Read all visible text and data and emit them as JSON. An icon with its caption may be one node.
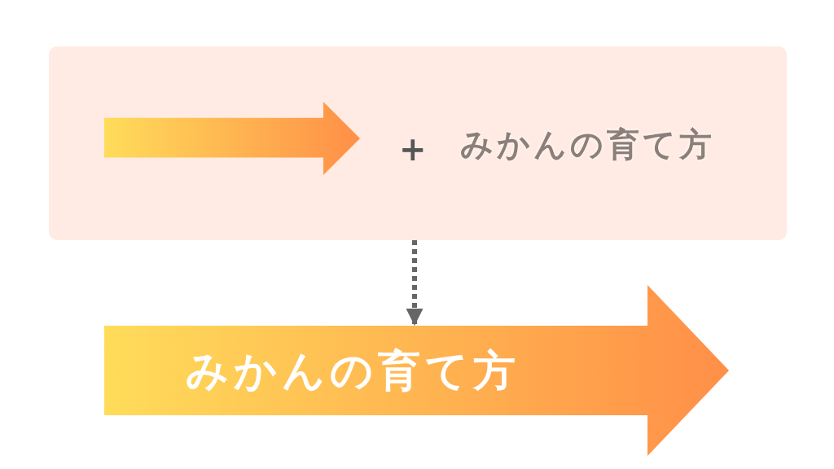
{
  "diagram": {
    "nodes": [
      {
        "text": [],
        "shape": "box"
      },
      {
        "text": [],
        "shape": "arrow",
        "in": 0
      },
      {
        "text": [
          "みかんの育て方"
        ]
      }
    ],
    "edges": [
      {
        "from": 0,
        "to": 2,
        "arrow": "to",
        "style": "dashed"
      }
    ],
    "labels": [
      "+",
      "みかんの育て方"
    ]
  }
}
